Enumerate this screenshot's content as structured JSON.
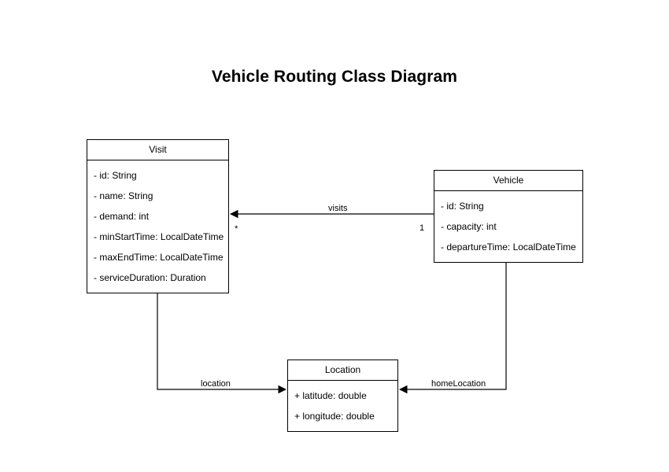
{
  "diagram": {
    "title": "Vehicle Routing Class Diagram",
    "type": "uml-class-diagram",
    "background_color": "#ffffff",
    "line_color": "#000000",
    "text_color": "#000000",
    "classes": [
      {
        "name": "Visit",
        "attributes": [
          "- id: String",
          "- name: String",
          "- demand: int",
          "- minStartTime: LocalDateTime",
          "- maxEndTime: LocalDateTime",
          "- serviceDuration: Duration"
        ]
      },
      {
        "name": "Vehicle",
        "attributes": [
          "- id: String",
          "- capacity: int",
          "- departureTime: LocalDateTime"
        ]
      },
      {
        "name": "Location",
        "attributes": [
          "+ latitude: double",
          "+ longitude: double"
        ]
      }
    ],
    "relations": [
      {
        "label": "visits",
        "from": "Vehicle",
        "to": "Visit",
        "source_multiplicity": "1",
        "target_multiplicity": "*"
      },
      {
        "label": "location",
        "from": "Visit",
        "to": "Location",
        "source_multiplicity": "",
        "target_multiplicity": ""
      },
      {
        "label": "homeLocation",
        "from": "Vehicle",
        "to": "Location",
        "source_multiplicity": "",
        "target_multiplicity": ""
      }
    ]
  }
}
